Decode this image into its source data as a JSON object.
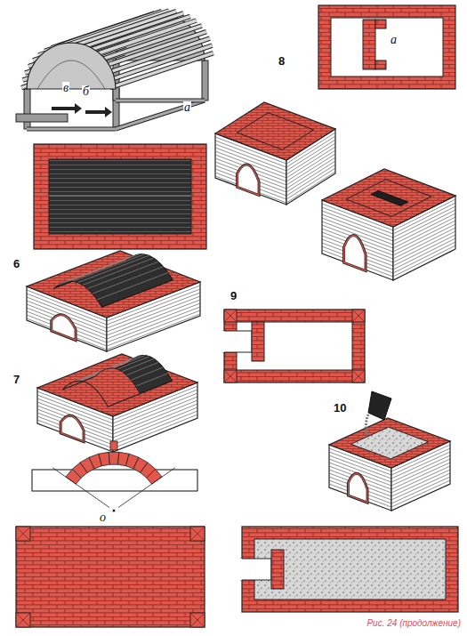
{
  "diagram": {
    "caption": "Рис. 24 (продолжение)",
    "labels": [
      "а",
      "в",
      "б",
      "8",
      "а",
      "6",
      "9",
      "7",
      "о",
      "10"
    ]
  }
}
